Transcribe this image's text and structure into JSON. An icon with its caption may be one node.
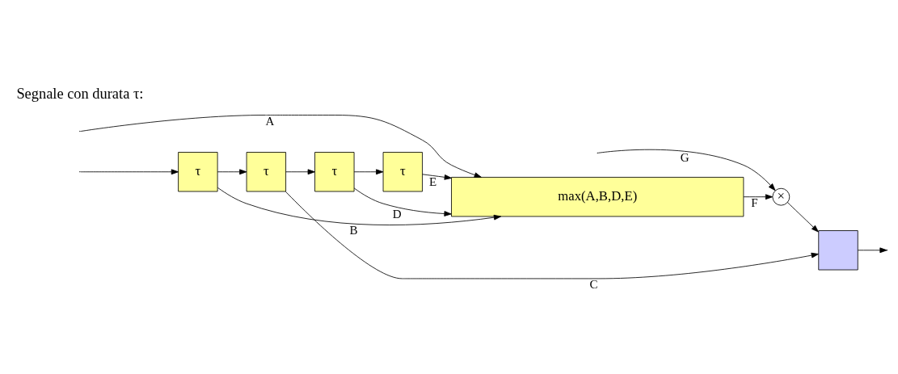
{
  "diagram": {
    "nodes": [
      {
        "text": [
          "τ"
        ]
      },
      {
        "text": [
          "τ"
        ]
      },
      {
        "text": [
          "τ"
        ]
      },
      {
        "text": [
          "τ"
        ]
      },
      {
        "text": [
          "max(A,B,D,E)"
        ]
      },
      {
        "text": [],
        "shape": "box"
      },
      {
        "text": [
          "×"
        ]
      }
    ],
    "edges": [
      {
        "from": null,
        "to": 0,
        "arrow": "to"
      },
      {
        "from": 0,
        "to": 1,
        "arrow": "to"
      },
      {
        "from": 1,
        "to": 2,
        "arrow": "to"
      },
      {
        "from": 2,
        "to": 3,
        "arrow": "to"
      },
      {
        "from": null,
        "to": 4,
        "arrow": "to",
        "label": "A"
      },
      {
        "from": 0,
        "to": 4,
        "arrow": "to",
        "label": "B"
      },
      {
        "from": 1,
        "to": 5,
        "arrow": "to",
        "label": "C"
      },
      {
        "from": 2,
        "to": 4,
        "arrow": "to",
        "label": "D"
      },
      {
        "from": 3,
        "to": 4,
        "arrow": "to",
        "label": "E"
      },
      {
        "from": 4,
        "to": 6,
        "arrow": "to",
        "label": "F"
      },
      {
        "from": null,
        "to": 6,
        "arrow": "to",
        "label": "G"
      },
      {
        "from": 6,
        "to": 5,
        "arrow": "to"
      },
      {
        "from": 5,
        "to": null,
        "arrow": "to"
      }
    ],
    "labels": [
      "Segnale con durata τ:"
    ]
  }
}
